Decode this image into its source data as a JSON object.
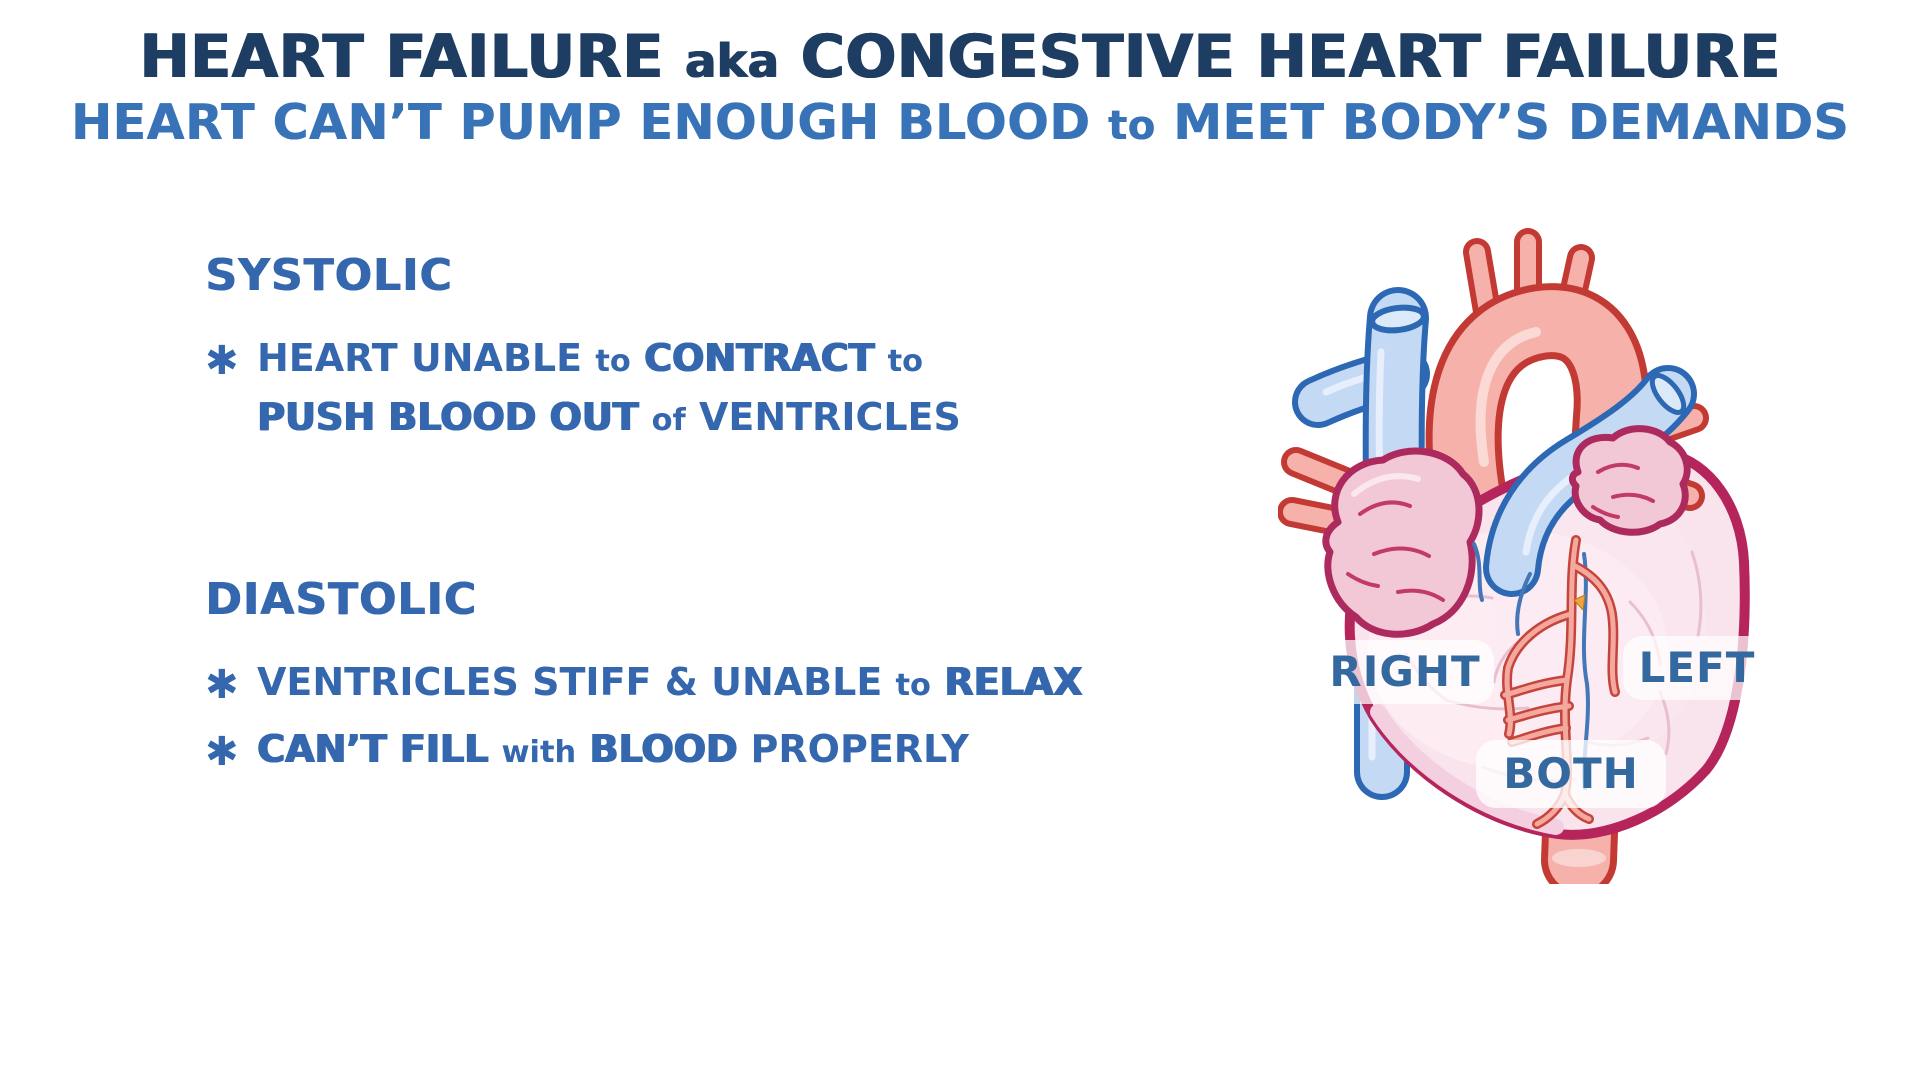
{
  "colors": {
    "background": "#ffffff",
    "title_navy": "#1e3d62",
    "subtitle_blue": "#3973b7",
    "body_text_blue": "#3467ad",
    "heart_outline_magenta": "#b5255c",
    "heart_fill_pink": "#f9e3ec",
    "atrium_fill_pink": "#f2c8d6",
    "vessel_blue_fill": "#c4d9f4",
    "vessel_blue_outline": "#2c68b3",
    "aorta_fill_salmon": "#f6b2aa",
    "aorta_outline_red": "#c23a33",
    "coronary_fill": "#f5a89e",
    "coronary_outline": "#c4453c",
    "heart_label_blue": "#34699f"
  },
  "title": {
    "part1": "HEART FAILURE ",
    "part2": "aka",
    "part3": " CONGESTIVE HEART FAILURE"
  },
  "subtitle": {
    "part1": "HEART CAN’T PUMP ENOUGH BLOOD ",
    "part2": "to",
    "part3": " MEET BODY’S DEMANDS"
  },
  "bullet_marker": "✱",
  "systolic": {
    "heading": "SYSTOLIC",
    "bullet1_line1": {
      "a": "HEART UNABLE ",
      "b": "to",
      "c": " CONTRACT ",
      "d": "to"
    },
    "bullet1_line2": {
      "a": "PUSH BLOOD OUT ",
      "b": "of",
      "c": " VENTRICLES"
    }
  },
  "diastolic": {
    "heading": "DIASTOLIC",
    "bullet1": {
      "a": "VENTRICLES STIFF & UNABLE ",
      "b": "to",
      "c": " RELAX"
    },
    "bullet2": {
      "a": "CAN’T FILL ",
      "b": "with",
      "c": " BLOOD ",
      "d": "PROPERLY"
    }
  },
  "heart_labels": {
    "right": "RIGHT",
    "left": "LEFT",
    "both": "BOTH"
  }
}
